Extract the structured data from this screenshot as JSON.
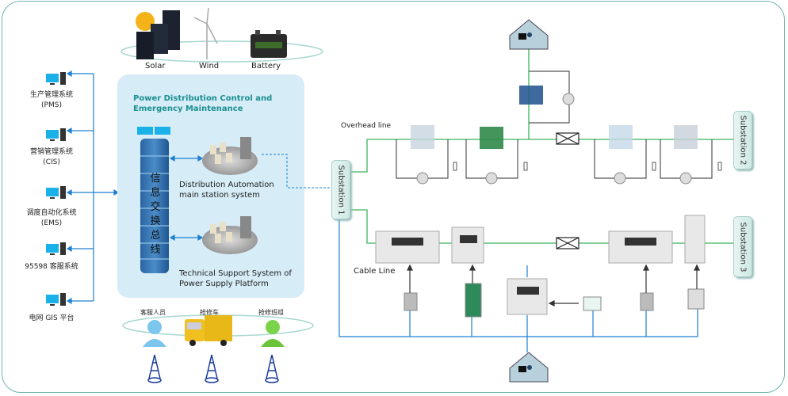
{
  "energy_sources": [
    {
      "label": "Solar",
      "icon": "solar-panel-icon"
    },
    {
      "label": "Wind",
      "icon": "wind-turbine-icon"
    },
    {
      "label": "Battery",
      "icon": "battery-icon"
    }
  ],
  "systems": [
    {
      "name": "生产管理系统",
      "abbr": "(PMS)"
    },
    {
      "name": "营销管理系统",
      "abbr": "(CIS)"
    },
    {
      "name": "调度自动化系统",
      "abbr": "(EMS)"
    },
    {
      "name": "95598 客服系统",
      "abbr": ""
    },
    {
      "name": "电网 GIS 平台",
      "abbr": ""
    }
  ],
  "control_panel": {
    "title_line1": "Power Distribution Control and",
    "title_line2": "Emergency Maintenance",
    "bus_chars": [
      "信",
      "息",
      "交",
      "换",
      "总",
      "线"
    ],
    "station1_line1": "Distribution Automation",
    "station1_line2": "main station system",
    "station2_line1": "Technical Support System of",
    "station2_line2": "Power Supply Platform"
  },
  "field_units": [
    {
      "label": "客服人员",
      "icon": "customer-service-person-icon"
    },
    {
      "label": "抢修车",
      "icon": "repair-truck-icon"
    },
    {
      "label": "抢修班组",
      "icon": "repair-team-person-icon"
    }
  ],
  "network": {
    "overhead_label": "Overhead line",
    "cable_label": "Cable Line",
    "substations": [
      "Substation 1",
      "Substation 2",
      "Substation 3"
    ]
  },
  "colors": {
    "frame": "#6fb5b0",
    "panel_bg": "#d6ecf7",
    "panel_title": "#1a8f8f",
    "power_line": "#3cb55a",
    "comm_line": "#1e7fd0",
    "control_line": "#555555"
  }
}
